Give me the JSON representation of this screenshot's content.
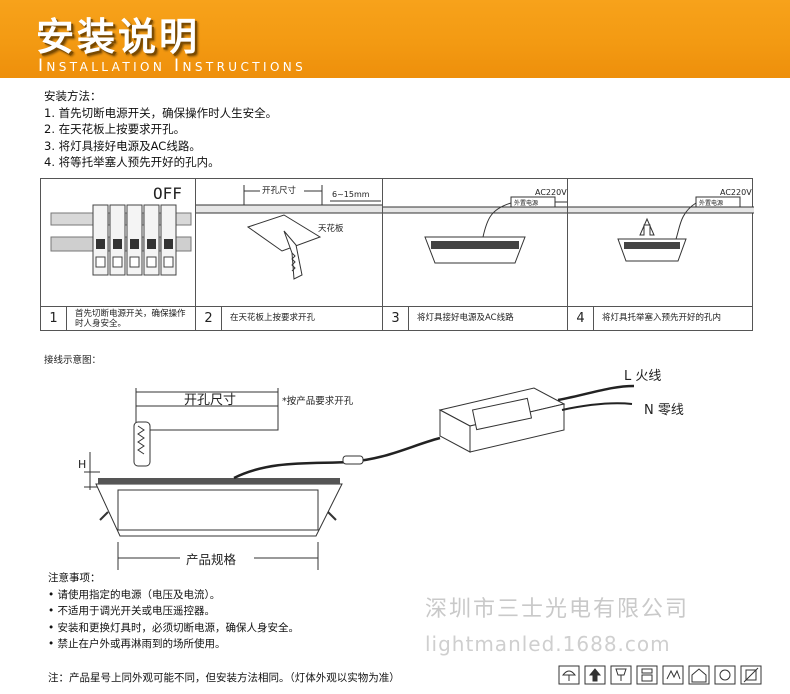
{
  "header": {
    "title_cn": "安装说明",
    "title_en": "Installation Instructions"
  },
  "method": {
    "heading": "安装方法：",
    "steps": [
      "1. 首先切断电源开关，确保操作时人生安全。",
      "2. 在天花板上按要求开孔。",
      "3. 将灯具接好电源及AC线路。",
      "4. 将等托举塞人预先开好的孔内。"
    ]
  },
  "panels": [
    {
      "num": "1",
      "caption": "首先切断电源开关，确保操作时人身安全。",
      "off_label": "OFF"
    },
    {
      "num": "2",
      "caption": "在天花板上按要求开孔",
      "hole_label": "开孔尺寸",
      "thickness_label": "6~15mm",
      "ceiling_label": "天花板"
    },
    {
      "num": "3",
      "caption": "将灯具接好电源及AC线路",
      "ac_label": "AC220V",
      "driver_label": "外置电源"
    },
    {
      "num": "4",
      "caption": "将灯具托举塞入预先开好的孔内",
      "ac_label": "AC220V",
      "driver_label": "外置电源"
    }
  ],
  "wiring": {
    "label": "接线示意图：",
    "hole_size": "开孔尺寸",
    "per_product": "*按产品要求开孔",
    "live": "L 火线",
    "neutral": "N 零线",
    "height": "H",
    "spec": "产品规格"
  },
  "notes": {
    "heading": "注意事项：",
    "items": [
      "请使用指定的电源（电压及电流）。",
      "不适用于调光开关或电压遥控器。",
      "安装和更换灯具时，必须切断电源，确保人身安全。",
      "禁止在户外或再淋雨到的场所使用。"
    ],
    "footnote": "注：产品星号上同外观可能不同，但安装方法相同。（灯体外观以实物为准）"
  },
  "watermark": {
    "company": "深圳市三士光电有限公司",
    "url": "lightmanled.1688.com"
  },
  "package_icons": [
    "umbrella-icon",
    "this-way-up-icon",
    "fragile-icon",
    "stack-limit-icon",
    "hand-carry-icon",
    "home-icon",
    "recycle-icon",
    "no-roll-icon"
  ],
  "colors": {
    "header_orange": "#f39a12",
    "panel_border": "#555555"
  }
}
